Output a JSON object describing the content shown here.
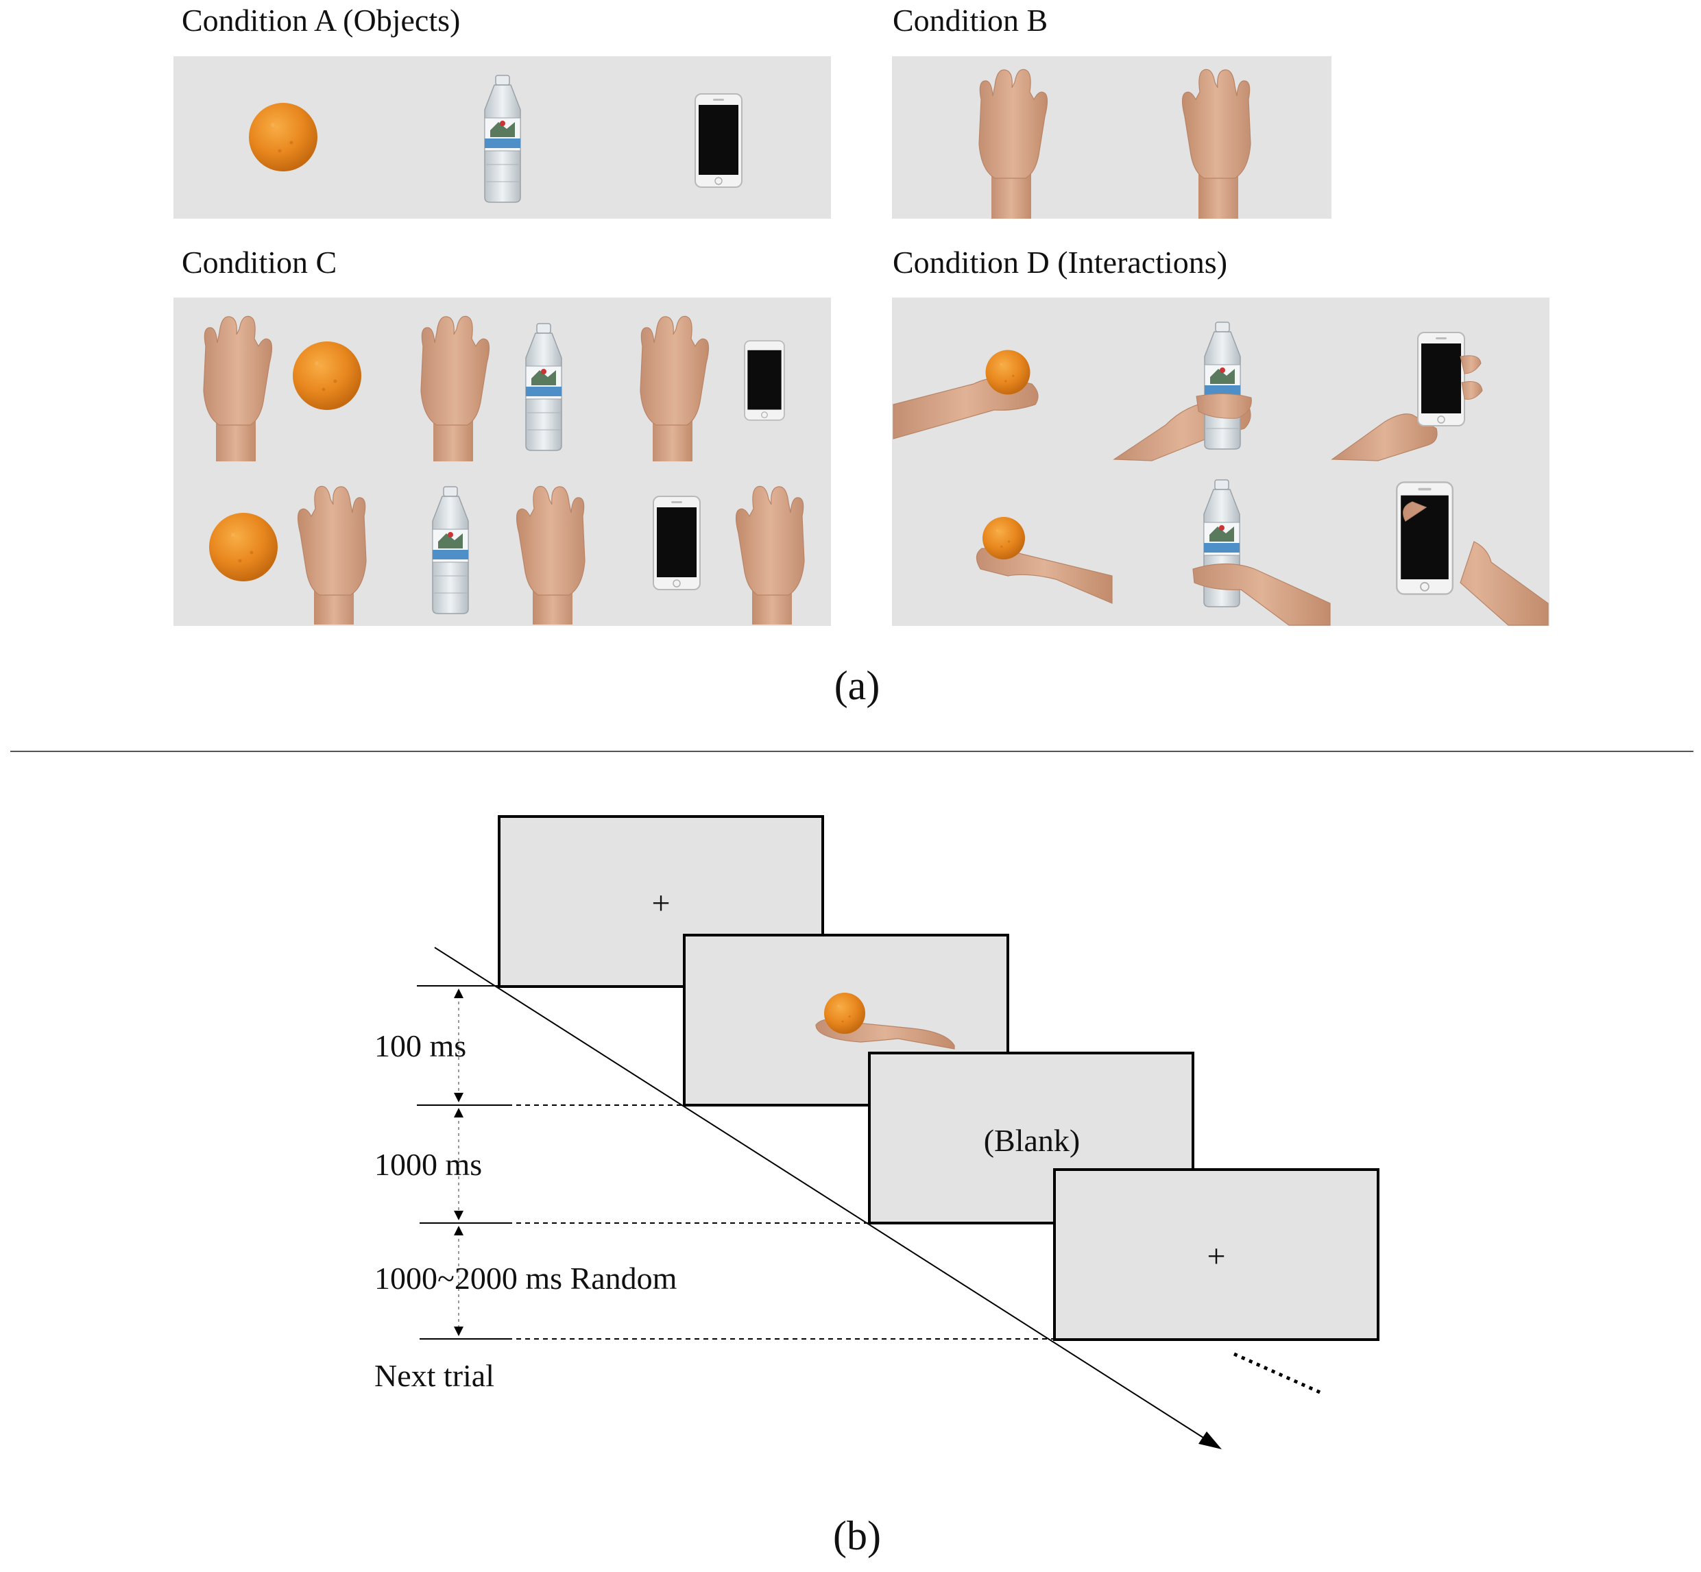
{
  "panel_a": {
    "condition_a_title": "Condition A (Objects)",
    "condition_b_title": "Condition B",
    "condition_c_title": "Condition C",
    "condition_d_title": "Condition D (Interactions)",
    "caption": "(a)"
  },
  "panel_b": {
    "fixation_symbol": "+",
    "blank_label": "(Blank)",
    "fixation_symbol_2": "+",
    "durations": [
      "100 ms",
      "1000 ms",
      "1000~2000 ms Random",
      "Next trial"
    ],
    "caption": "(b)"
  },
  "colors": {
    "panel_bg": "#e3e3e3",
    "orange": "#e8871e",
    "skin": "#d9a88a",
    "phone_screen": "#0c0c0c",
    "bottle": "#cfd6dc"
  }
}
